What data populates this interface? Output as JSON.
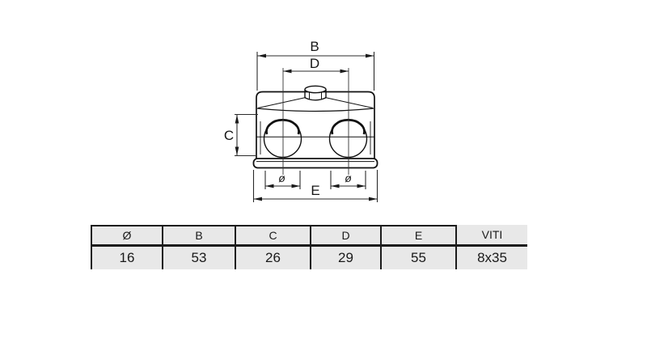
{
  "diagram": {
    "labels": {
      "b": "B",
      "d": "D",
      "c": "C",
      "e": "E",
      "dia_left": "ø",
      "dia_right": "ø"
    }
  },
  "table": {
    "headers": [
      "Ø",
      "B",
      "C",
      "D",
      "E",
      "VITI"
    ],
    "values": [
      "16",
      "53",
      "26",
      "29",
      "55",
      "8x35"
    ]
  },
  "colors": {
    "outline": "#111111",
    "dimension_line": "#2b2b2b",
    "table_background": "#e8e8e8",
    "table_border": "#1c1c1c",
    "page_background": "#ffffff"
  }
}
